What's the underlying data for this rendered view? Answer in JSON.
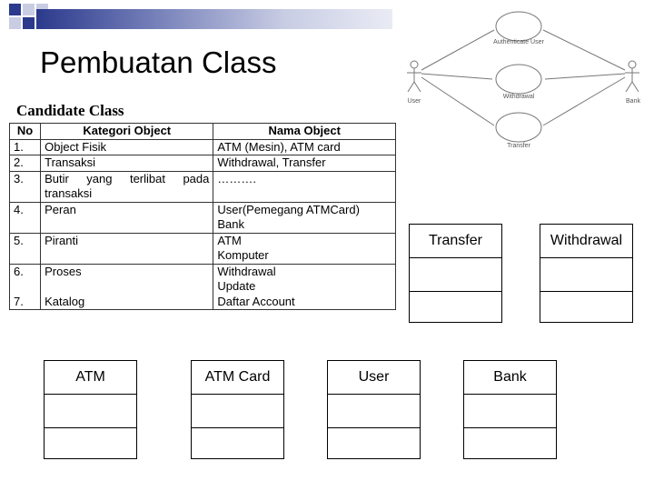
{
  "slide": {
    "title": "Pembuatan Class"
  },
  "candidate_class": {
    "title": "Candidate Class",
    "headers": [
      "No",
      "Kategori Object",
      "Nama Object"
    ],
    "rows": [
      {
        "no": "1.",
        "kategori": "Object Fisik",
        "nama": "ATM (Mesin), ATM card"
      },
      {
        "no": "2.",
        "kategori": "Transaksi",
        "nama": "Withdrawal, Transfer"
      },
      {
        "no": "3.",
        "kategori_line1": [
          "Butir",
          "yang",
          "terlibat",
          "pada"
        ],
        "kategori_line2": "transaksi",
        "nama": "………."
      },
      {
        "no": "4.",
        "kategori": "Peran",
        "nama_line1": "User(Pemegang ATMCard)",
        "nama_line2": "Bank"
      },
      {
        "no": "5.",
        "kategori": "Piranti",
        "nama_line1": "ATM",
        "nama_line2": "Komputer"
      },
      {
        "no": "6.",
        "kategori": "Proses",
        "nama_line1": "Withdrawal",
        "nama_line2": "Update"
      },
      {
        "no": "7.",
        "kategori": "Katalog",
        "nama": "Daftar Account"
      }
    ]
  },
  "use_case": {
    "actors": [
      "User",
      "Bank"
    ],
    "cases": [
      "Authenticate User",
      "Withdrawal",
      "Transfer"
    ]
  },
  "classes": [
    {
      "name": "Transfer"
    },
    {
      "name": "Withdrawal"
    },
    {
      "name": "ATM"
    },
    {
      "name": "ATM Card"
    },
    {
      "name": "User"
    },
    {
      "name": "Bank"
    }
  ],
  "colors": {
    "accent_dark": "#2b3a8c",
    "accent_light": "#c9cde4"
  }
}
